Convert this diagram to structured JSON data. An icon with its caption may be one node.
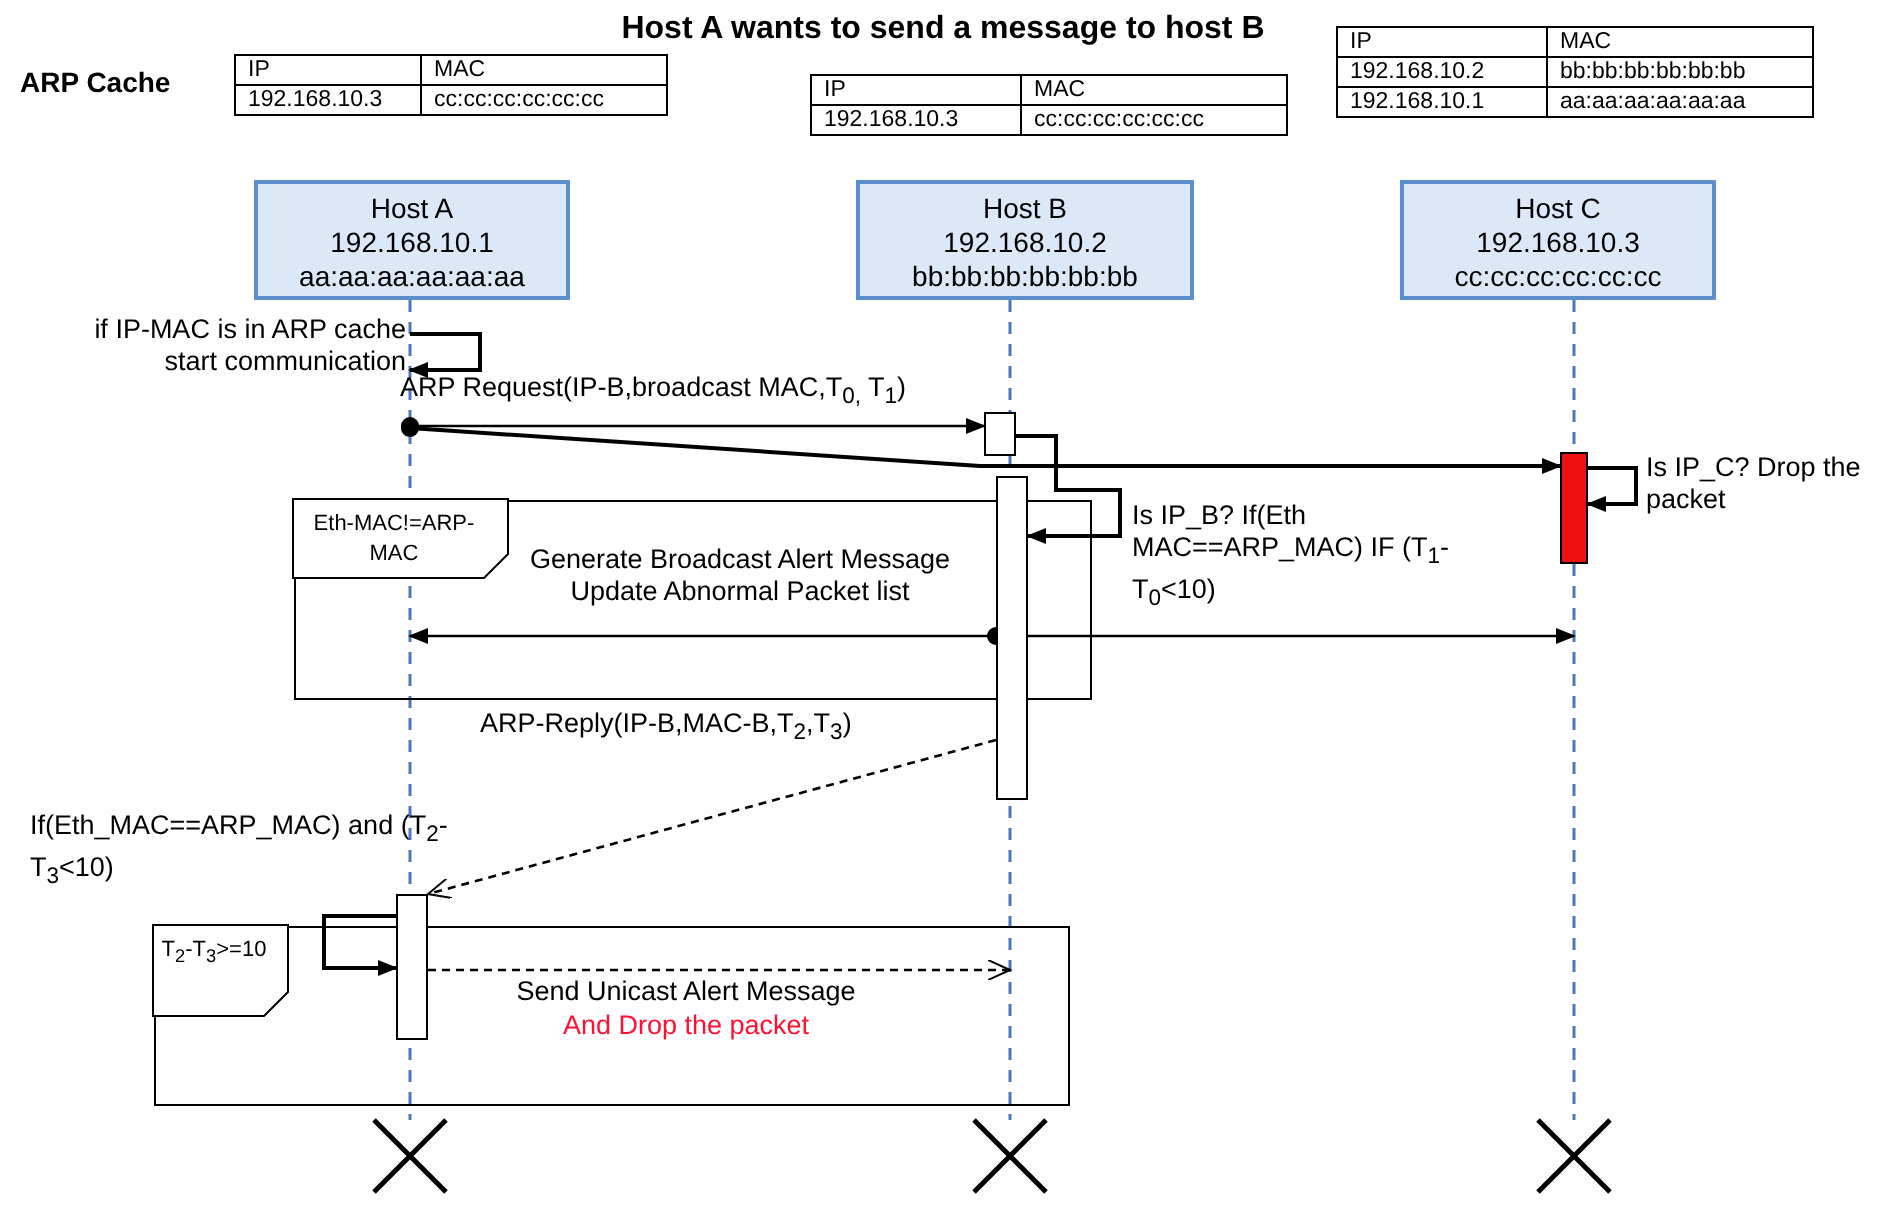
{
  "diagram": {
    "title": "Host A wants to send a message to host B",
    "nodes": [
      {
        "text": [
          "Host A",
          "192.168.10.1",
          "aa:aa:aa:aa:aa:aa"
        ]
      },
      {
        "text": [
          "Host B",
          "192.168.10.2",
          "bb:bb:bb:bb:bb:bb"
        ]
      },
      {
        "text": [
          "Host C",
          "192.168.10.3",
          "cc:cc:cc:cc:cc:cc"
        ]
      },
      {
        "text": [],
        "shape": "line"
      },
      {
        "text": [],
        "shape": "line"
      },
      {
        "text": [],
        "shape": "line"
      },
      {
        "text": [],
        "shape": "bar"
      },
      {
        "text": [],
        "shape": "bar"
      },
      {
        "text": [],
        "shape": "bar"
      },
      {
        "text": [],
        "shape": "bar"
      },
      {
        "text": [
          "Eth-MAC!=ARP-MAC"
        ]
      },
      {
        "text": [
          "T$_{2}$-T$_{3}$>=10"
        ]
      }
    ],
    "edges": [
      {
        "from": 3,
        "to": 3,
        "arrow": "to",
        "label": "if IP-MAC is in ARP cache start communication"
      },
      {
        "from": 3,
        "to": 6,
        "arrow": "to",
        "label": "ARP Request(IP-B,broadcast MAC,T$_{0,}$ T$_{1}$)"
      },
      {
        "from": 3,
        "to": 8,
        "arrow": "to"
      },
      {
        "from": 6,
        "to": 7,
        "arrow": "to",
        "label": "Is IP_B? If(Eth MAC==ARP_MAC) IF (T$_{1}$-T$_{0}$<10)"
      },
      {
        "from": 8,
        "to": 8,
        "arrow": "to",
        "label": "Is IP_C? Drop the packet"
      },
      {
        "from": 7,
        "to": 3,
        "arrow": "to",
        "label": "Generate Broadcast Alert Message Update Abnormal Packet list"
      },
      {
        "from": 7,
        "to": 5,
        "arrow": "to"
      },
      {
        "from": 7,
        "to": 9,
        "arrow": "to",
        "style": "dashed",
        "label": "ARP-Reply(IP-B,MAC-B,T$_{2}$,T$_{3}$)"
      },
      {
        "from": 9,
        "to": 9,
        "arrow": "to",
        "label": "If(Eth_MAC==ARP_MAC) and (T$_{2}$-T$_{3}$<10)"
      },
      {
        "from": 9,
        "to": 4,
        "arrow": "to",
        "style": "dashed",
        "label": "Send Unicast Alert Message"
      }
    ],
    "labels": [
      "ARP Cache",
      "IP",
      "MAC",
      "192.168.10.3",
      "cc:cc:cc:cc:cc:cc",
      "IP",
      "MAC",
      "192.168.10.3",
      "cc:cc:cc:cc:cc:cc",
      "IP",
      "MAC",
      "192.168.10.2",
      "bb:bb:bb:bb:bb:bb",
      "192.168.10.1",
      "aa:aa:aa:aa:aa:aa",
      "And Drop the packet"
    ]
  }
}
